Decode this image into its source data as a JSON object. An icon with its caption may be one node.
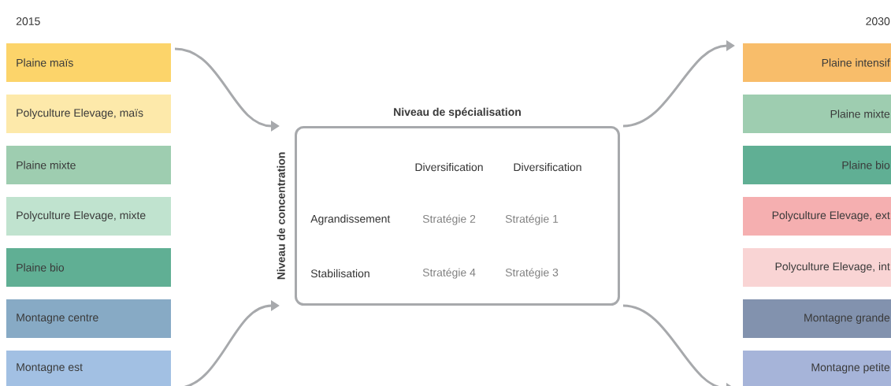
{
  "diagram": {
    "nodes": [
      {
        "text": [
          "Plaine maïs"
        ]
      },
      {
        "text": [
          "Polyculture Elevage, maïs"
        ]
      },
      {
        "text": [
          "Plaine mixte"
        ]
      },
      {
        "text": [
          "Polyculture Elevage, mixte"
        ]
      },
      {
        "text": [
          "Plaine bio"
        ]
      },
      {
        "text": [
          "Montagne centre"
        ]
      },
      {
        "text": [
          "Montagne est"
        ]
      },
      {
        "text": [
          "Niveau de spécialisation"
        ],
        "beside": [
          "Niveau de concentration"
        ]
      },
      {
        "text": [
          "Plaine intensif"
        ]
      },
      {
        "text": [
          "Plaine mixte"
        ]
      },
      {
        "text": [
          "Plaine bio"
        ]
      },
      {
        "text": [
          "Polyculture Elevage, ext"
        ]
      },
      {
        "text": [
          "Polyculture Elevage, int"
        ]
      },
      {
        "text": [
          "Montagne grande"
        ]
      },
      {
        "text": [
          "Montagne petite"
        ]
      }
    ],
    "edges": [
      {
        "from": 0,
        "to": 7,
        "arrow": "to"
      },
      {
        "from": 6,
        "to": 7,
        "arrow": "to"
      },
      {
        "from": 7,
        "to": 8,
        "arrow": "to"
      },
      {
        "from": 7,
        "to": 14,
        "arrow": "to"
      }
    ],
    "labels": [
      "2015",
      "2030",
      "Diversification",
      "Diversification",
      "Agrandissement",
      "Stratégie 2",
      "Stratégie 1",
      "Stabilisation",
      "Stratégie 4",
      "Stratégie 3"
    ]
  }
}
